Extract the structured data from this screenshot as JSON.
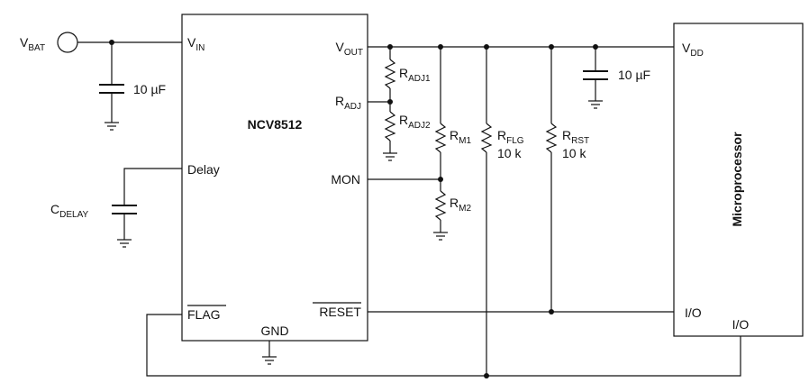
{
  "ic": {
    "name": "NCV8512",
    "pins": {
      "vin_main": "V",
      "vin_sub": "IN",
      "vout_main": "V",
      "vout_sub": "OUT",
      "radj_main": "R",
      "radj_sub": "ADJ",
      "delay": "Delay",
      "mon": "MON",
      "flag": "FLAG",
      "reset": "RESET",
      "gnd": "GND"
    }
  },
  "source": {
    "main": "V",
    "sub": "BAT"
  },
  "components": {
    "c_in": {
      "value": "10 µF"
    },
    "c_out": {
      "value": "10 µF"
    },
    "c_delay": {
      "main": "C",
      "sub": "DELAY"
    },
    "r_adj1": {
      "main": "R",
      "sub": "ADJ1"
    },
    "r_adj2": {
      "main": "R",
      "sub": "ADJ2"
    },
    "r_m1": {
      "main": "R",
      "sub": "M1"
    },
    "r_m2": {
      "main": "R",
      "sub": "M2"
    },
    "r_flg": {
      "main": "R",
      "sub": "FLG",
      "value": "10 k"
    },
    "r_rst": {
      "main": "R",
      "sub": "RST",
      "value": "10 k"
    }
  },
  "mcu": {
    "name": "Microprocessor",
    "vdd_main": "V",
    "vdd_sub": "DD",
    "io_1": "I/O",
    "io_2": "I/O"
  }
}
